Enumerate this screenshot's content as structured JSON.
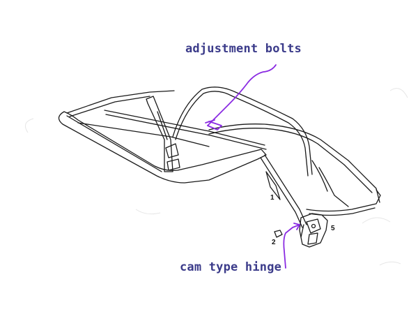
{
  "annotations": {
    "adjustment_bolts": "adjustment bolts",
    "cam_type_hinge": "cam type hinge"
  },
  "part_numbers": {
    "p1": "1",
    "p2": "2",
    "p5": "5"
  },
  "colors": {
    "label_text": "#3b3b8a",
    "arrow": "#8a2be2",
    "line_art": "#1a1a1a",
    "background": "#ffffff"
  }
}
